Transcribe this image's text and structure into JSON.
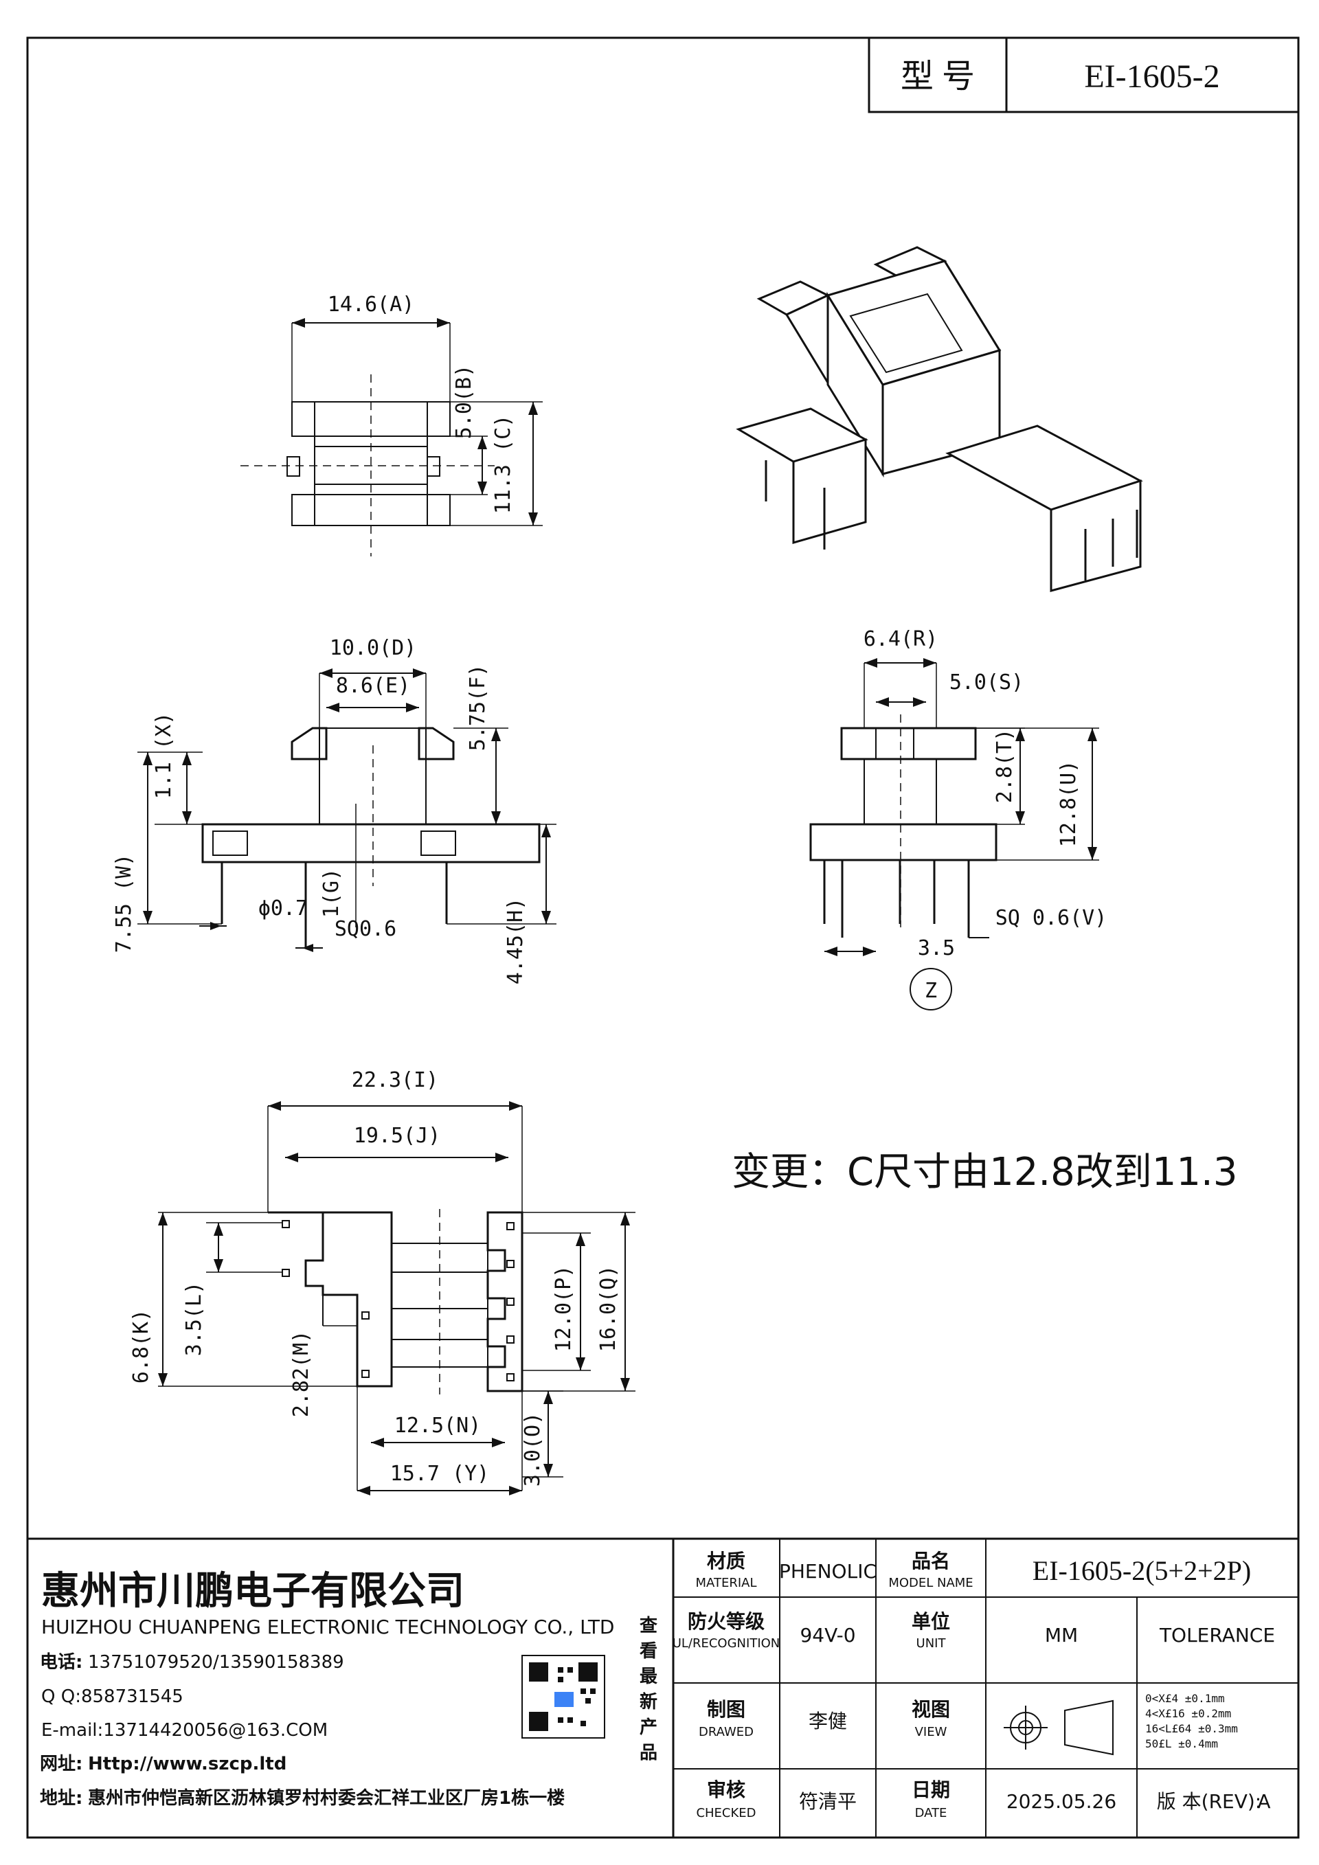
{
  "header": {
    "model_label": "型 号",
    "model_value": "EI-1605-2"
  },
  "top_view": {
    "a": "14.6(A)",
    "b": "5.0(B)",
    "c": "11.3 (C)"
  },
  "front_view": {
    "d": "10.0(D)",
    "e": "8.6(E)",
    "f": "5.75(F)",
    "x": "1.1 (X)",
    "w": "7.55 (W)",
    "phi": "ϕ0.7",
    "g": "1(G)",
    "sq": "SQ0.6",
    "h": "4.45(H)"
  },
  "side_view": {
    "r": "6.4(R)",
    "s": "5.0(S)",
    "t": "2.8(T)",
    "u": "12.8(U)",
    "v": "SQ 0.6(V)",
    "pitch": "3.5",
    "view_marker": "Z"
  },
  "bottom_view": {
    "i": "22.3(I)",
    "j": "19.5(J)",
    "k": "6.8(K)",
    "l": "3.5(L)",
    "m": "2.82(M)",
    "p": "12.0(P)",
    "q": "16.0(Q)",
    "n": "12.5(N)",
    "o": "3.0(O)",
    "y": "15.7 (Y)"
  },
  "note": "变更：C尺寸由12.8改到11.3",
  "company": {
    "name_cn": "惠州市川鹏电子有限公司",
    "name_en": "HUIZHOU CHUANPENG ELECTRONIC TECHNOLOGY CO., LTD",
    "phone_label": "电话:",
    "phone_value": "13751079520/13590158389",
    "qq": "Q Q:858731545",
    "email": "E-mail:13714420056@163.COM",
    "website_label": "网址:",
    "website_value": "Http://www.szcp.ltd",
    "address_label": "地址:",
    "address_value": "惠州市仲恺高新区沥林镇罗村村委会汇祥工业区厂房1栋一楼",
    "qr_caption": "查看最新产品"
  },
  "title_block": {
    "material_label": "材质",
    "material_sub": "MATERIAL",
    "material_value": "PHENOLIC",
    "model_name_label": "品名",
    "model_name_sub": "MODEL NAME",
    "model_name_value": "EI-1605-2(5+2+2P)",
    "fire_label": "防火等级",
    "fire_sub": "UL/RECOGNITION",
    "fire_value": "94V-0",
    "unit_label": "单位",
    "unit_sub": "UNIT",
    "unit_value": "MM",
    "tolerance_label": "TOLERANCE",
    "drawn_label": "制图",
    "drawn_sub": "DRAWED",
    "drawn_value": "李健",
    "view_label": "视图",
    "view_sub": "VIEW",
    "checked_label": "审核",
    "checked_sub": "CHECKED",
    "checked_value": "符清平",
    "date_label": "日期",
    "date_sub": "DATE",
    "date_value": "2025.05.26",
    "revision_label": "版 本(REV):",
    "revision_value": "A",
    "tolerance_lines": [
      "0<X£4    ±0.1mm",
      "4<X£16   ±0.2mm",
      "16<L£64  ±0.3mm",
      "50£L     ±0.4mm"
    ]
  }
}
